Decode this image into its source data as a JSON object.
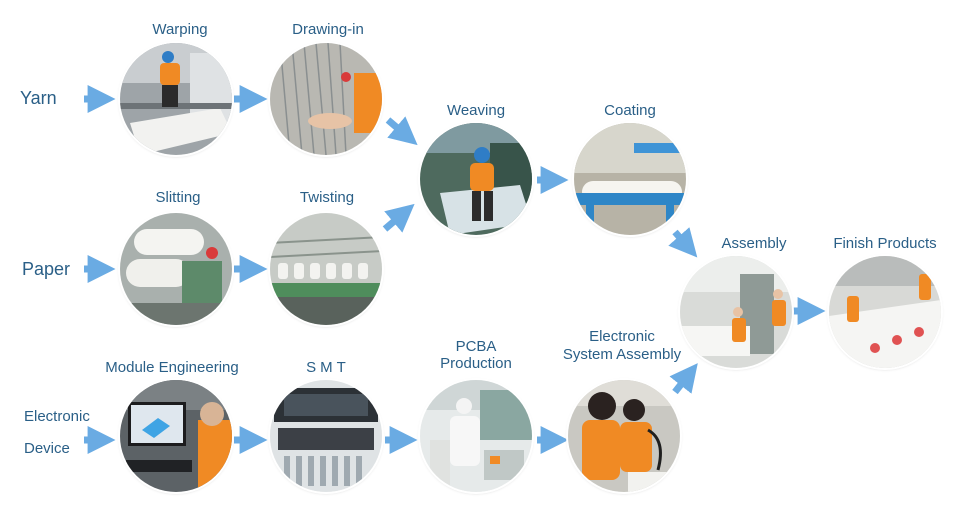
{
  "inputs": {
    "yarn": "Yarn",
    "paper": "Paper",
    "electronic_device_line1": "Electronic",
    "electronic_device_line2": "Device"
  },
  "steps": {
    "warping": "Warping",
    "drawing_in": "Drawing-in",
    "weaving": "Weaving",
    "coating": "Coating",
    "slitting": "Slitting",
    "twisting": "Twisting",
    "assembly": "Assembly",
    "finish_products": "Finish Products",
    "module_engineering": "Module Engineering",
    "smt": "SMT",
    "pcba_line1": "PCBA",
    "pcba_line2": "Production",
    "esa_line1": "Electronic",
    "esa_line2": "System Assembly"
  },
  "colors": {
    "label_text": "#2a5f87",
    "arrow": "#6aabe3",
    "worker_uniform": "#f08a24"
  }
}
